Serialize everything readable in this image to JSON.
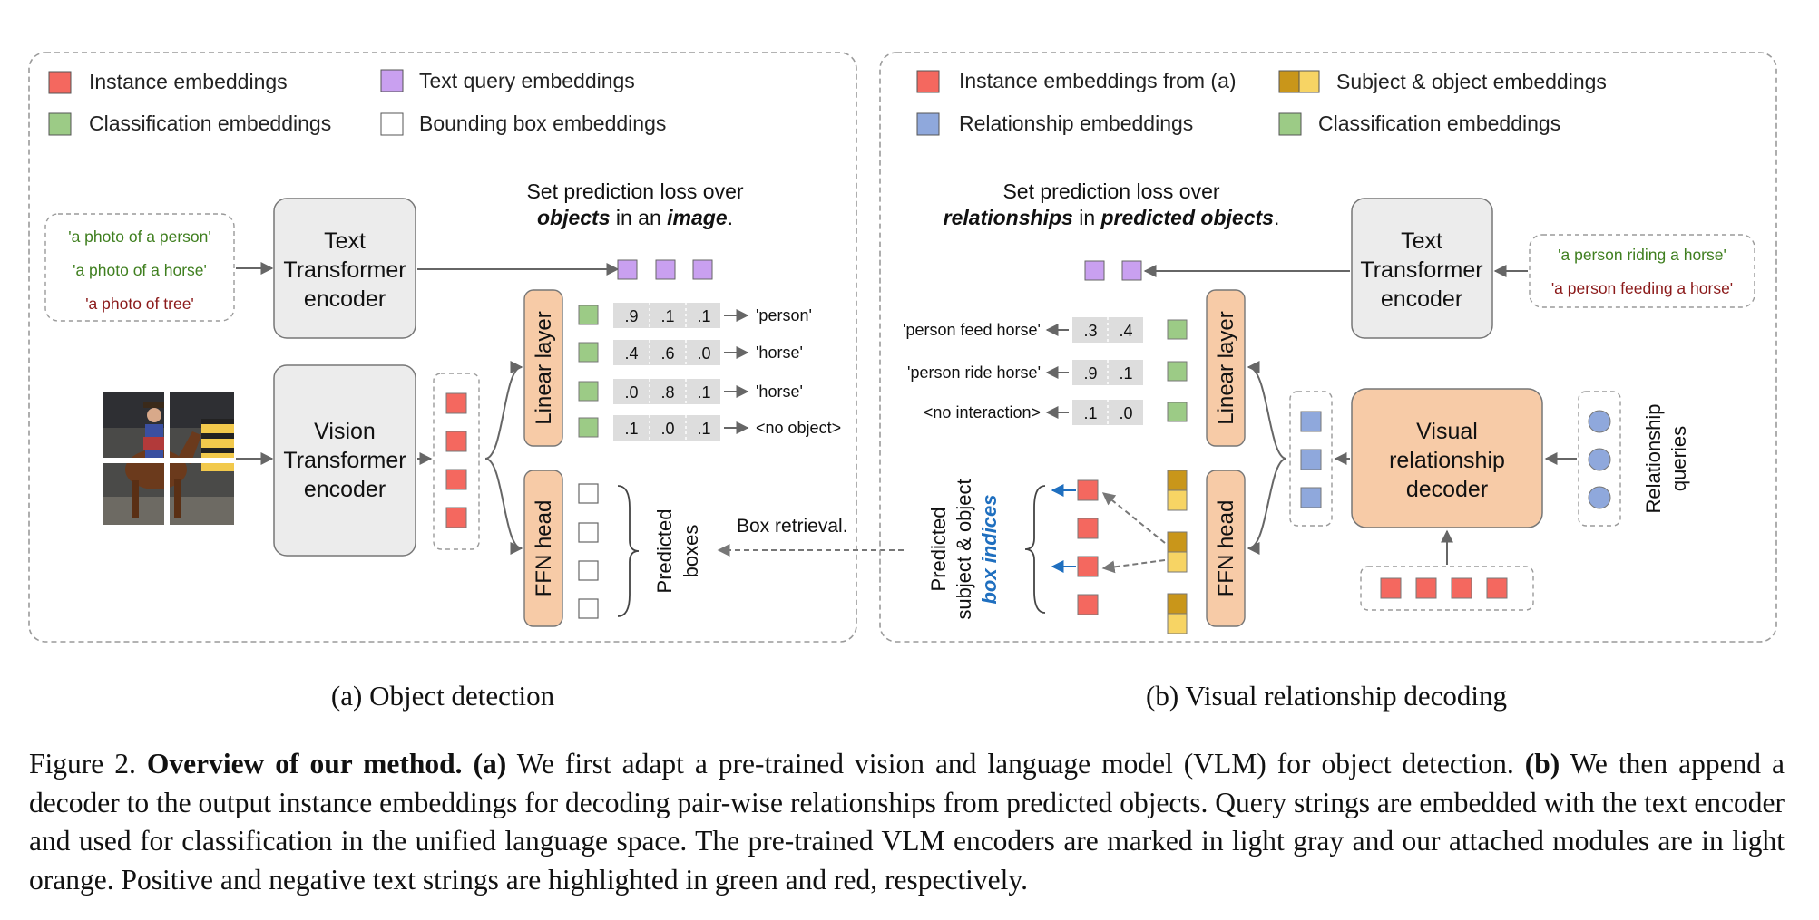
{
  "colors": {
    "instance": "#f4685f",
    "classification": "#9ccb86",
    "text_query": "#c9a0f0",
    "relationship": "#8fa8dc",
    "subject_object_dark": "#c9961a",
    "subject_object_light": "#f7d464",
    "vlm_module": "#ececec",
    "attached_module": "#f7cba7",
    "positive_text": "#3f7f1f",
    "negative_text": "#8b1a1a",
    "index_arrow": "#1f6fbf",
    "panel_border": "#9a9a9a"
  },
  "panel_a": {
    "legend": {
      "instance": "Instance embeddings",
      "text_query": "Text query embeddings",
      "classification": "Classification embeddings",
      "bbox": "Bounding box embeddings"
    },
    "queries": [
      "'a photo of a person'",
      "'a photo of a horse'",
      "'a photo of tree'"
    ],
    "text_encoder": [
      "Text",
      "Transformer",
      "encoder"
    ],
    "vision_encoder": [
      "Vision",
      "Transformer",
      "encoder"
    ],
    "loss": {
      "line1": "Set prediction loss over",
      "bold1": "objects",
      "mid": " in an ",
      "bold2": "image",
      "end": "."
    },
    "linear_layer": "Linear layer",
    "ffn_head": "FFN head",
    "scores": [
      [
        ".9",
        ".1",
        ".1"
      ],
      [
        ".4",
        ".6",
        ".0"
      ],
      [
        ".0",
        ".8",
        ".1"
      ],
      [
        ".1",
        ".0",
        ".1"
      ]
    ],
    "labels": [
      "'person'",
      "'horse'",
      "'horse'",
      "<no object>"
    ],
    "predicted_boxes": [
      "Predicted",
      "boxes"
    ],
    "box_retrieval": "Box retrieval.",
    "caption": "(a) Object detection"
  },
  "panel_b": {
    "legend": {
      "instance_from_a": "Instance embeddings from (a)",
      "subject_object": "Subject & object embeddings",
      "relationship": "Relationship embeddings",
      "classification": "Classification embeddings"
    },
    "queries": [
      "'a person riding a horse'",
      "'a person feeding a horse'"
    ],
    "text_encoder": [
      "Text",
      "Transformer",
      "encoder"
    ],
    "loss": {
      "line1": "Set prediction loss over",
      "bold1": "relationships",
      "mid": " in ",
      "bold2": "predicted objects",
      "end": "."
    },
    "scores": [
      [
        ".3",
        ".4"
      ],
      [
        ".9",
        ".1"
      ],
      [
        ".1",
        ".0"
      ]
    ],
    "labels": [
      "'person feed horse'",
      "'person ride horse'",
      "<no interaction>"
    ],
    "linear_layer": "Linear layer",
    "ffn_head": "FFN head",
    "decoder": [
      "Visual",
      "relationship",
      "decoder"
    ],
    "relationship_queries": [
      "Relationship",
      "queries"
    ],
    "indices": {
      "line1": "Predicted",
      "line2": "subject & object",
      "line3": "box indices"
    },
    "caption": "(b) Visual relationship decoding"
  },
  "figure_caption": {
    "label": "Figure 2.",
    "title": "Overview of our method.",
    "a_tag": "(a)",
    "a_text": "We first adapt a pre-trained vision and language model (VLM) for object detection.",
    "b_tag": "(b)",
    "b_text": "We then append a decoder to the output instance embeddings for decoding pair-wise relationships from predicted objects. Query strings are embedded with the text encoder and used for classification in the unified language space. The pre-trained VLM encoders are marked in light gray and our attached modules are in light orange. Positive and negative text strings are highlighted in green and red, respectively."
  }
}
